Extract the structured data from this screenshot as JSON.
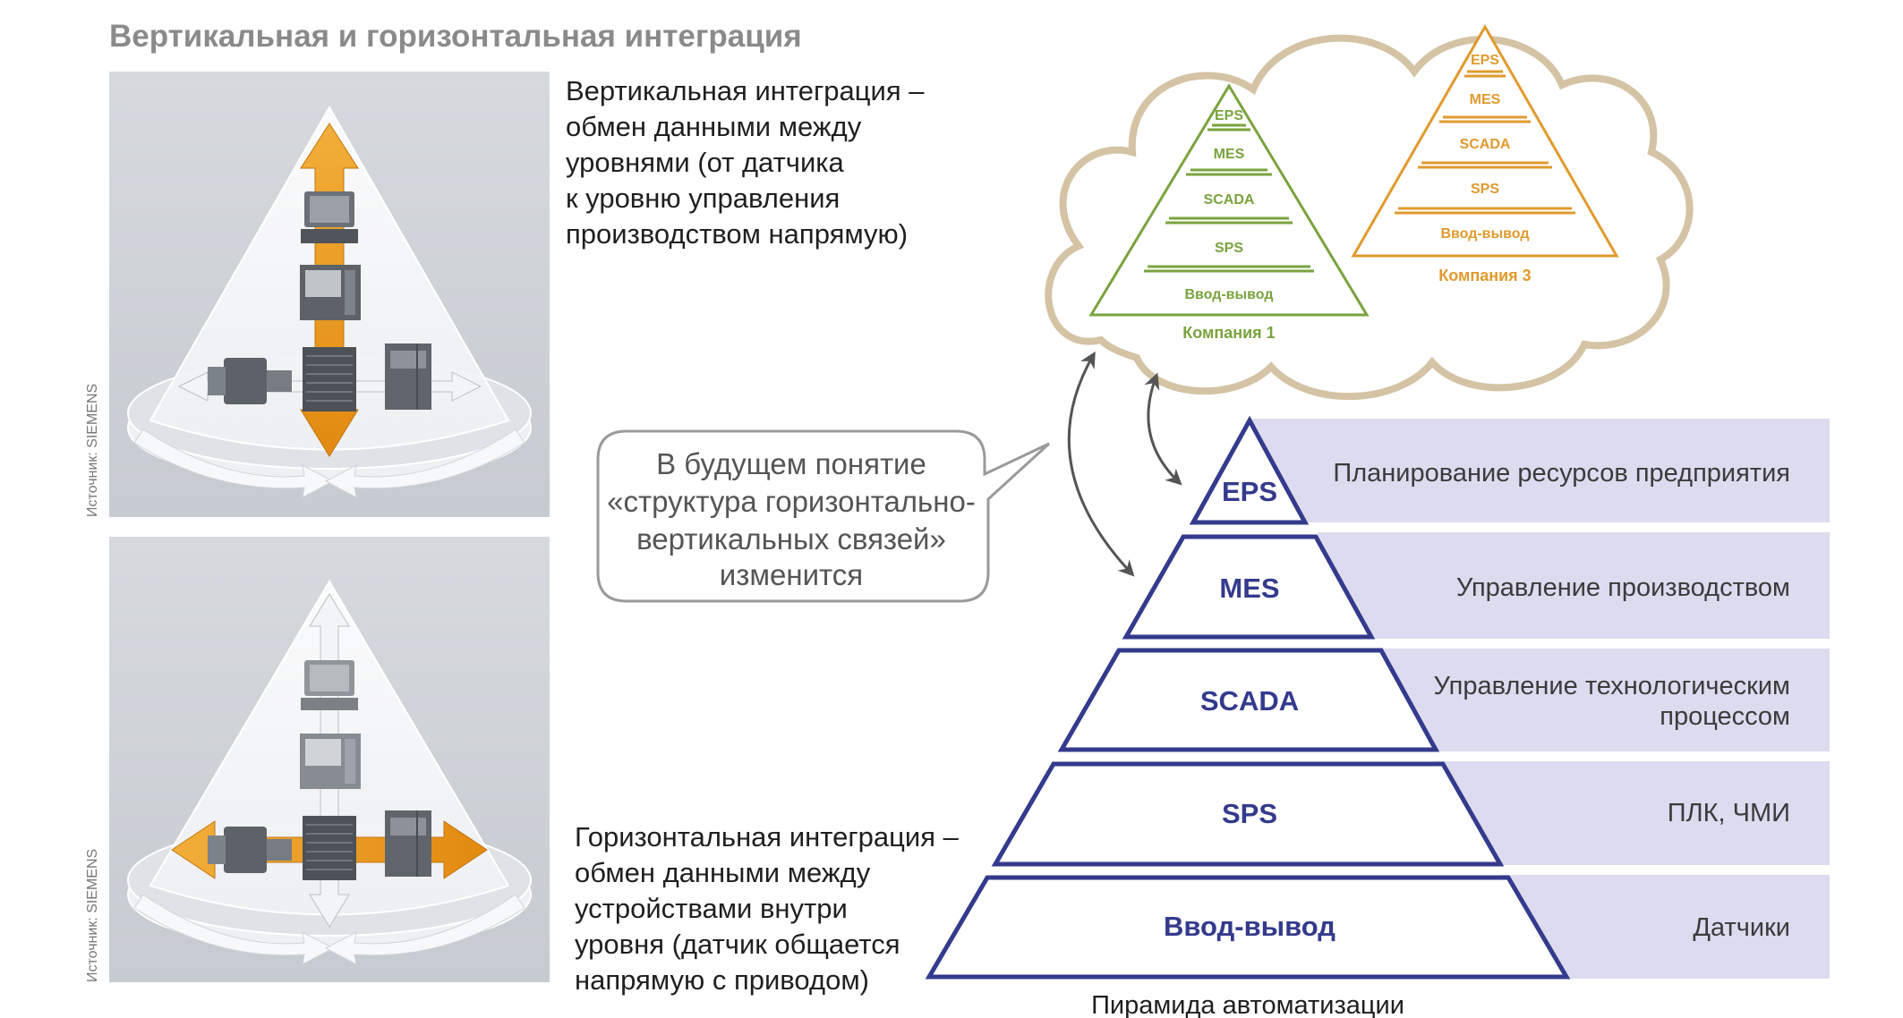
{
  "title": "Вертикальная и горизонтальная интеграция",
  "vertical": {
    "lines": [
      "Вертикальная интеграция –",
      "обмен данными между",
      "уровнями (от датчика",
      "к уровню управления",
      "производством напрямую)"
    ],
    "credit": "Источник: SIEMENS"
  },
  "horizontal": {
    "lines": [
      "Горизонтальная интеграция –",
      "обмен данными между",
      "устройствами внутри",
      "уровня (датчик общается",
      "напрямую с приводом)"
    ],
    "credit": "Источник: SIEMENS"
  },
  "bubble": {
    "lines": [
      "В будущем понятие",
      "«структура горизонтально-",
      "вертикальных связей»",
      "изменится"
    ]
  },
  "pyramid": {
    "levels": [
      {
        "label": "EPS",
        "desc": [
          "Планирование ресурсов предприятия"
        ]
      },
      {
        "label": "MES",
        "desc": [
          "Управление производством"
        ]
      },
      {
        "label": "SCADA",
        "desc": [
          "Управление технологическим",
          "процессом"
        ]
      },
      {
        "label": "SPS",
        "desc": [
          "ПЛК, ЧМИ"
        ]
      },
      {
        "label": "Ввод-вывод",
        "desc": [
          "Датчики"
        ]
      }
    ],
    "caption": "Пирамида автоматизации"
  },
  "cloud": {
    "company1": {
      "name": "Компания 1",
      "levels": [
        "EPS",
        "MES",
        "SCADA",
        "SPS",
        "Ввод-вывод"
      ]
    },
    "company3": {
      "name": "Компания 3",
      "levels": [
        "EPS",
        "MES",
        "SCADA",
        "SPS",
        "Ввод-вывод"
      ]
    }
  },
  "colors": {
    "pyramid_stroke": "#343a8c",
    "band_fill": "#dcdbef",
    "company1": "#7aa33e",
    "company3": "#e09a2e",
    "cloud_stroke": "#d4c3a4",
    "arrow_orange": "#e99a1b"
  }
}
